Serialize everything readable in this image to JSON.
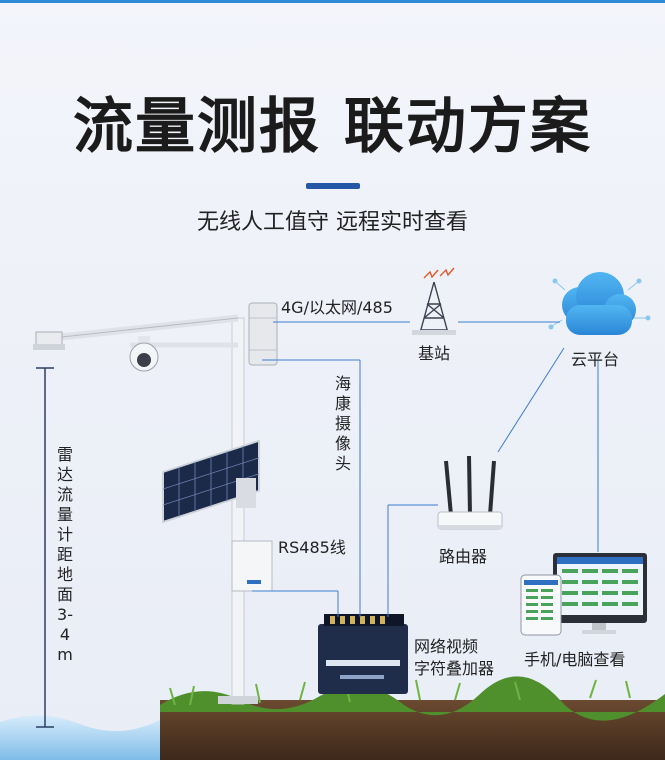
{
  "header": {
    "title": "流量测报 联动方案",
    "subtitle": "无线人工值守 远程实时查看"
  },
  "labels": {
    "network_link": "4G/以太网/485",
    "base_station": "基站",
    "cloud_platform": "云平台",
    "camera": "海康摄像头",
    "rs485": "RS485线",
    "router": "路由器",
    "overlay_device": "网络视频\n字符叠加器",
    "phone_pc": "手机/电脑查看",
    "radar_height": "雷达流量计距地面3-4m"
  },
  "icons": [
    "tower-icon",
    "cloud-icon",
    "router-icon",
    "monitor-icon",
    "phone-icon",
    "camera-icon",
    "solar-panel-icon",
    "radar-sensor-icon"
  ],
  "colors": {
    "accent": "#2557a7",
    "line": "#2e6fc2",
    "cloud": "#3aa0e8",
    "grass": "#5fa23a",
    "soil": "#5a3b26"
  }
}
